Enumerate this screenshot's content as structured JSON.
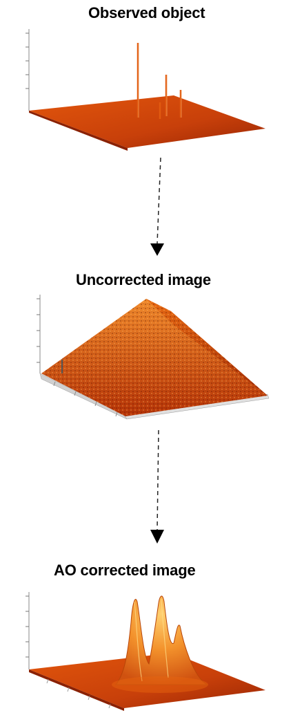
{
  "panels": [
    {
      "title": "Observed object"
    },
    {
      "title": "Uncorrected image"
    },
    {
      "title": "AO corrected image"
    }
  ],
  "colors": {
    "surface_dark": "#8c1f02",
    "surface_mid": "#c43a06",
    "surface_light": "#e8650f",
    "surface_glow": "#f7a23a",
    "arrow": "#000000"
  }
}
